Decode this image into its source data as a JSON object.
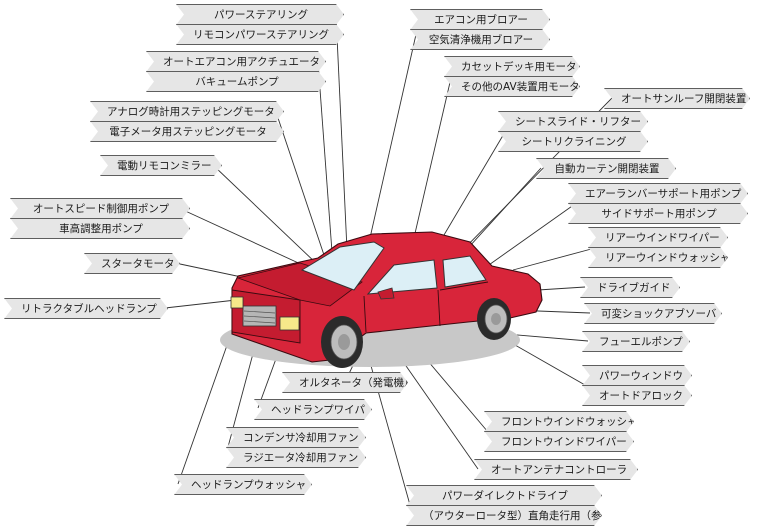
{
  "labels": {
    "power_steering": "パワーステアリング",
    "remote_power_steering": "リモコンパワーステアリング",
    "auto_aircon_actuator": "オートエアコン用アクチュエータ",
    "vacuum_pump": "バキュームポンプ",
    "analog_clock_stepping": "アナログ時計用ステッピングモータ",
    "electronic_meter_stepping": "電子メータ用ステッピングモータ",
    "electric_remote_mirror": "電動リモコンミラー",
    "auto_speed_pump": "オートスピード制御用ポンプ",
    "height_adjust_pump": "車高調整用ポンプ",
    "starter_motor": "スタータモータ",
    "retractable_headlamp": "リトラクタブルヘッドランプ",
    "aircon_blower": "エアコン用ブロアー",
    "air_purifier_blower": "空気清浄機用ブロアー",
    "cassette_motor": "カセットデッキ用モータ",
    "other_av_motor": "その他のAV装置用モータ",
    "sunroof": "オートサンルーフ開閉装置",
    "seat_slide_lifter": "シートスライド・リフター",
    "seat_reclining": "シートリクライニング",
    "auto_curtain": "自動カーテン開閉装置",
    "air_lumbar_pump": "エアーランバーサポート用ポンプ",
    "side_support_pump": "サイドサポート用ポンプ",
    "rear_wiper": "リアーウインドワイパー",
    "rear_washer": "リアーウインドウォッシャ",
    "drive_guide": "ドライブガイド",
    "variable_shock": "可変ショックアブソーバ",
    "fuel_pump": "フューエルポンプ",
    "power_window": "パワーウィンドウ",
    "auto_door_lock": "オートドアロック",
    "alternator": "オルタネータ（発電機）",
    "headlamp_wiper": "ヘッドランプワイパ",
    "condenser_fan": "コンデンサ冷却用ファン",
    "radiator_fan": "ラジエータ冷却用ファン",
    "headlamp_washer": "ヘッドランプウォッシャ",
    "front_washer": "フロントウインドウォッシャ",
    "front_wiper": "フロントウインドワイパー",
    "auto_antenna": "オートアンテナコントローラ",
    "power_direct_drive": "パワーダイレクトドライブ",
    "outer_rotor_note": "（アウターロータ型）直角走行用（参考）"
  },
  "colors": {
    "car_body": "#d8253a",
    "car_body_shade": "#a8142a",
    "glass": "#dceff6",
    "shadow": "#c8c8c8",
    "label_fill": "#e6e6e6",
    "label_border": "#5e5e5e"
  }
}
